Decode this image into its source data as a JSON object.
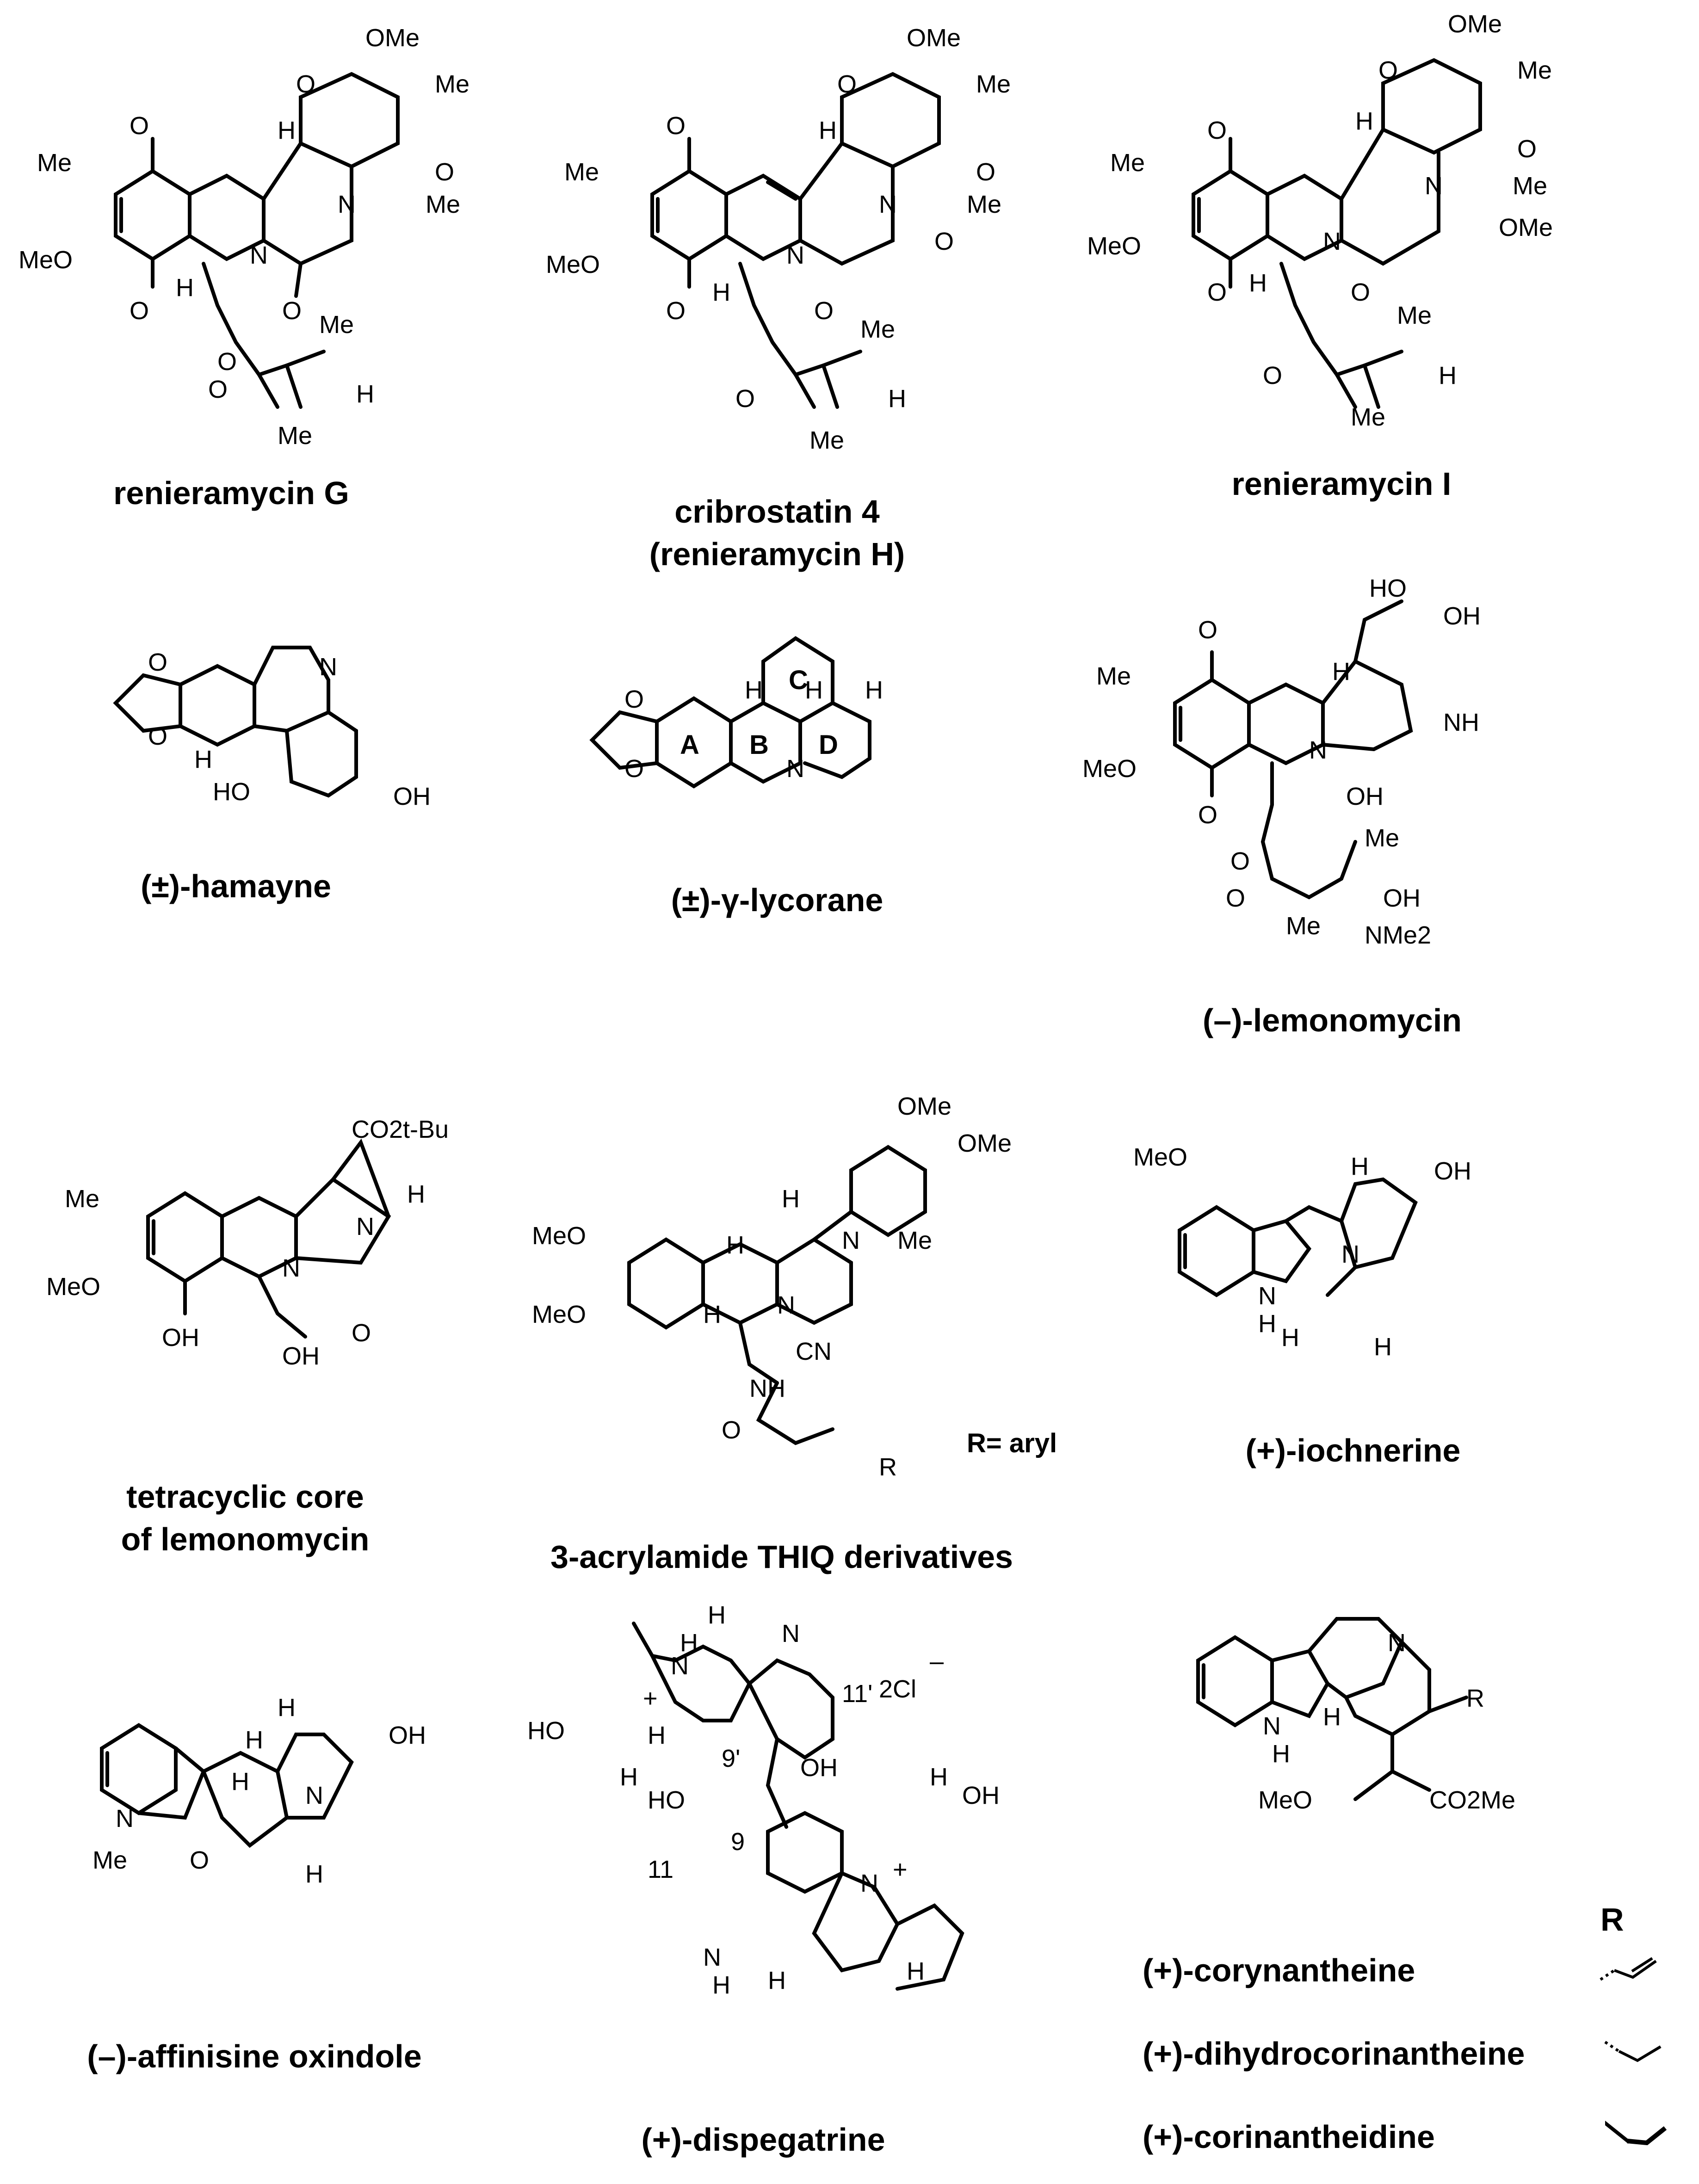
{
  "structures": [
    {
      "id": "renieramycin-g",
      "caption": [
        "renieramycin G"
      ],
      "atoms": [
        "OMe",
        "O",
        "Me",
        "O",
        "H",
        "O",
        "Me",
        "N",
        "Me",
        "MeO",
        "N",
        "O",
        "H",
        "O",
        "Me",
        "O",
        "H",
        "Me",
        "O",
        "O"
      ]
    },
    {
      "id": "cribrostatin-4",
      "caption": [
        "cribrostatin 4",
        "(renieramycin H)"
      ],
      "atoms": [
        "OMe",
        "O",
        "Me",
        "O",
        "H",
        "O",
        "Me",
        "N",
        "Me",
        "MeO",
        "N",
        "O",
        "O",
        "H",
        "O",
        "Me",
        "O",
        "H",
        "Me",
        "O"
      ]
    },
    {
      "id": "renieramycin-i",
      "caption": [
        "renieramycin I"
      ],
      "atoms": [
        "OMe",
        "O",
        "Me",
        "O",
        "H",
        "O",
        "Me",
        "N",
        "Me",
        "MeO",
        "N",
        "OMe",
        "O",
        "H",
        "O",
        "Me",
        "O",
        "H",
        "Me",
        "O"
      ]
    },
    {
      "id": "hamayne",
      "caption": [
        "(±)-hamayne"
      ],
      "atoms": [
        "O",
        "O",
        "N",
        "H",
        "HO",
        "OH"
      ]
    },
    {
      "id": "gamma-lycorane",
      "caption": [
        "(±)-γ-lycorane"
      ],
      "atoms": [
        "O",
        "O",
        "H",
        "H",
        "H",
        "N"
      ],
      "ring_labels": [
        "A",
        "B",
        "C",
        "D"
      ]
    },
    {
      "id": "lemonomycin",
      "caption": [
        "(–)-lemonomycin"
      ],
      "atoms": [
        "HO",
        "OH",
        "O",
        "H",
        "Me",
        "NH",
        "MeO",
        "N",
        "O",
        "OH",
        "O",
        "Me",
        "OH",
        "O",
        "Me",
        "NMe2"
      ]
    },
    {
      "id": "tetracyclic-core",
      "caption": [
        "tetracyclic core",
        "of lemonomycin"
      ],
      "atoms": [
        "CO2t-Bu",
        "H",
        "Me",
        "N",
        "MeO",
        "N",
        "OH",
        "O",
        "OH"
      ]
    },
    {
      "id": "thiq-derivatives",
      "caption": [
        "3-acrylamide THIQ derivatives"
      ],
      "atoms": [
        "OMe",
        "OMe",
        "H",
        "MeO",
        "H",
        "N",
        "Me",
        "MeO",
        "H",
        "N",
        "CN",
        "NH",
        "O",
        "R"
      ],
      "note": "R= aryl"
    },
    {
      "id": "iochnerine",
      "caption": [
        "(+)-iochnerine"
      ],
      "atoms": [
        "MeO",
        "H",
        "OH",
        "N",
        "N",
        "H",
        "H",
        "H"
      ]
    },
    {
      "id": "affinisine-oxindole",
      "caption": [
        "(–)-affinisine oxindole"
      ],
      "atoms": [
        "H",
        "H",
        "OH",
        "H",
        "N",
        "N",
        "Me",
        "O",
        "H"
      ]
    },
    {
      "id": "dispegatrine",
      "caption": [
        "(+)-dispegatrine"
      ],
      "atoms": [
        "H",
        "H",
        "N",
        "N",
        "+",
        "H",
        "11'",
        "2Cl",
        "–",
        "HO",
        "9'",
        "H",
        "OH",
        "HO",
        "H",
        "9",
        "OH",
        "11",
        "N",
        "+",
        "N",
        "H",
        "H",
        "H"
      ]
    },
    {
      "id": "corynantheine-family",
      "caption": [],
      "atoms": [
        "N",
        "N",
        "H",
        "H",
        "R",
        "MeO",
        "CO2Me"
      ]
    }
  ],
  "r_legend": {
    "header": "R",
    "rows": [
      {
        "name": "(+)-corynantheine",
        "substituent": "vinyl"
      },
      {
        "name": "(+)-dihydrocorinantheine",
        "substituent": "ethyl"
      },
      {
        "name": "(+)-corinantheidine",
        "substituent": "ethyl (bold wedge)"
      }
    ]
  }
}
